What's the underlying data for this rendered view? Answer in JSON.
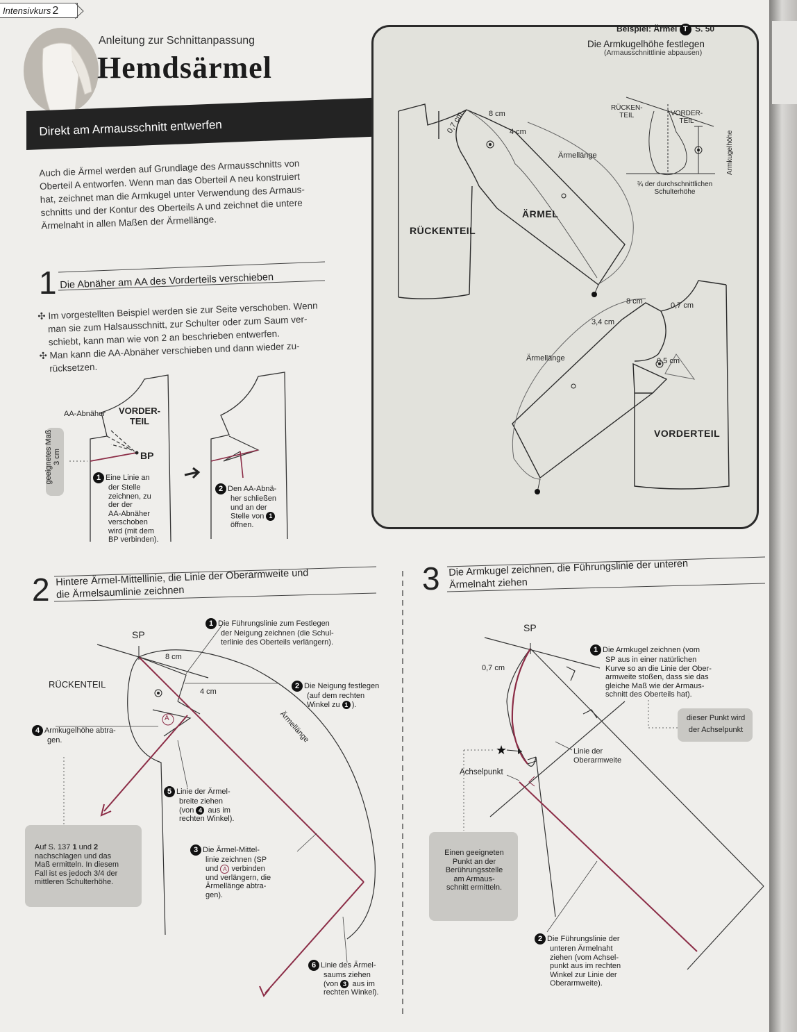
{
  "header": {
    "tag": "Intensivkurs",
    "tag_num": "2",
    "subtitle": "Anleitung zur Schnittanpassung",
    "title": "Hemdsärmel"
  },
  "section": {
    "title": "Direkt am Armausschnitt entwerfen"
  },
  "intro": [
    "Auch die Ärmel werden auf Grundlage des Armausschnitts von",
    "Oberteil A entworfen. Wenn man das Oberteil A neu konstruiert",
    "hat, zeichnet man die Armkugel unter Verwendung des Armaus-",
    "schnitts und der Kontur des Oberteils A und zeichnet die untere",
    "Ärmelnaht in allen Maßen der Ärmellänge."
  ],
  "example": {
    "ref_label": "Beispiel: Ärmel",
    "ref_badge": "T",
    "ref_page": "S. 50",
    "title": "Die Armkugelhöhe festlegen",
    "subtitle": "(Armausschnittlinie abpausen)",
    "ruecken": "RÜCKEN-",
    "teil": "TEIL",
    "vorder": "VORDER-",
    "teil2": "TEIL",
    "armkugelhoehe": "Armkugelhöhe",
    "avg1": "¾ der durchschnittlichen",
    "avg2": "Schulterhöhe",
    "m8": "8 cm",
    "m07": "0,7 cm",
    "m4": "4 cm",
    "m34": "3,4 cm",
    "m05": "0,5 cm",
    "aermellaenge": "Ärmellänge",
    "aermel": "ÄRMEL",
    "rueckenteil": "RÜCKENTEIL",
    "vorderteil": "VORDERTEIL"
  },
  "step1": {
    "num": "1",
    "title": "Die Abnäher am AA des Vorderteils verschieben",
    "bullet1": [
      "Im vorgestellten Beispiel werden sie zur Seite verschoben. Wenn",
      "man sie zum Halsausschnitt, zur Schulter oder zum Saum ver-",
      "schiebt, kann man wie von 2 an beschrieben entwerfen."
    ],
    "bullet2": [
      "Man kann die AA-Abnäher  verschieben und dann wieder zu-",
      "rücksetzen."
    ],
    "aa_abnaeher": "AA-Abnäher",
    "vorder": "VORDER-",
    "teil": "TEIL",
    "bp": "BP",
    "measure": "geeignetes Maß",
    "measure2": "3 cm",
    "n1": "1",
    "note1": [
      "Eine Linie an",
      "der Stelle",
      "zeichnen, zu",
      "der der",
      "AA-Abnäher",
      "verschoben",
      "wird (mit dem",
      "BP verbinden)."
    ],
    "n2": "2",
    "note2": [
      "Den AA-Abnä-",
      "her schließen",
      "und an der",
      "Stelle von",
      "öffnen."
    ],
    "note2_ref": "1"
  },
  "step2": {
    "num": "2",
    "title1": "Hintere Ärmel-Mittellinie, die Linie der Oberarmweite und",
    "title2": "die Ärmelsaumlinie zeichnen",
    "sp": "SP",
    "m8": "8 cm",
    "m4": "4 cm",
    "rueckenteil": "RÜCKENTEIL",
    "aermellaenge": "Ärmellänge",
    "a": "A",
    "c1": "1",
    "c1t": [
      "Die Führungslinie zum Festlegen",
      "der Neigung zeichnen (die Schul-",
      "terlinie des Oberteils verlängern)."
    ],
    "c2": "2",
    "c2t": [
      "Die Neigung festlegen",
      "(auf dem rechten",
      "Winkel zu"
    ],
    "c2ref": "1",
    "c4": "4",
    "c4t": [
      "Armkugelhöhe abtra-",
      "gen."
    ],
    "c5": "5",
    "c5t": [
      "Linie der Ärmel-",
      "breite ziehen",
      "(von",
      "aus im",
      "rechten Winkel)."
    ],
    "c5ref": "4",
    "c3": "3",
    "c3t": [
      "Die Ärmel-Mittel-",
      "linie zeichnen (SP",
      "und",
      "verbinden",
      "und verlängern, die",
      "Ärmellänge abtra-",
      "gen)."
    ],
    "c3ref": "A",
    "c6": "6",
    "c6t": [
      "Linie des Ärmel-",
      "saums ziehen",
      "(von",
      "aus im",
      "rechten Winkel)."
    ],
    "c6ref": "3",
    "note": [
      "Auf S. 137",
      "und",
      "nachschlagen und das",
      "Maß ermitteln. In diesem",
      "Fall ist es jedoch",
      "der",
      "mittleren Schulterhöhe."
    ],
    "note_n1": "1",
    "note_n2": "2",
    "note_frac": "3/4"
  },
  "step3": {
    "num": "3",
    "title1": "Die Armkugel zeichnen, die Führungslinie der unteren",
    "title2": "Ärmelnaht ziehen",
    "sp": "SP",
    "m07": "0,7 cm",
    "achselpunkt": "Achselpunkt",
    "linie1": "Linie der",
    "linie2": "Oberarmweite",
    "c1": "1",
    "c1t": [
      "Die Armkugel zeichnen (vom",
      "SP aus in einer natürlichen",
      "Kurve so an die Linie der Ober-",
      "armweite stoßen, dass sie das",
      "gleiche Maß wie der Armaus-",
      "schnitt des Oberteils hat)."
    ],
    "hint": [
      "dieser Punkt wird",
      "der Achselpunkt"
    ],
    "note": [
      "Einen geeigneten",
      "Punkt an der",
      "Berührungsstelle",
      "am Armaus-",
      "schnitt ermitteln."
    ],
    "c2": "2",
    "c2t": [
      "Die Führungslinie der",
      "unteren Ärmelnaht",
      "ziehen (vom Achsel-",
      "punkt aus im rechten",
      "Winkel zur Linie der",
      "Oberarmweite)."
    ]
  },
  "colors": {
    "accent": "#8b2c46",
    "ink": "#2a2a2a",
    "paper": "#efeeeb"
  }
}
